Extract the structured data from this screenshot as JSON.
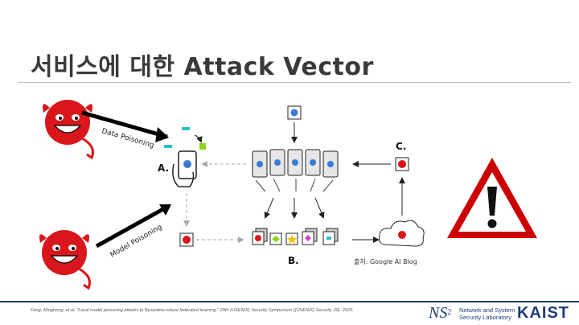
{
  "title": "서비스에 대한 Attack Vector",
  "diagram": {
    "label_data_poisoning": "Data Poisoning",
    "label_model_poisoning": "Model Poisoning",
    "label_a": "A.",
    "label_b": "B.",
    "label_c": "C.",
    "source": "출처: Google AI Blog"
  },
  "footer": {
    "citation": "Fang, Minghong, et al. \"Local model poisoning attacks to Byzantine-robust federated learning.\" 29th {USENIX} Security Symposium ({USENIX} Security 20). 2020.",
    "lab_logo": "NS",
    "lab_sup": "2",
    "lab_line1": "Network and System",
    "lab_line2": "Security Laboratory",
    "univ": "KAIST"
  },
  "colors": {
    "devil_red": "#d9161c",
    "warning_red": "#cc0000",
    "accent_blue": "#3a7bd5",
    "footer_blue": "#1f3c78"
  }
}
